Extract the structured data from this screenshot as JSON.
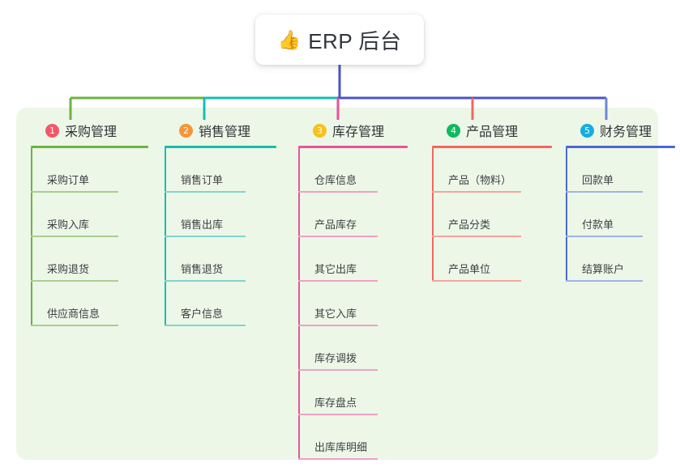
{
  "diagram": {
    "type": "mind-map",
    "root": {
      "icon": "thumbs-up-icon",
      "emoji": "👍",
      "label": "ERP 后台"
    },
    "panel": {
      "background_color": "#edf7e8"
    },
    "connector_colors": {
      "root_stem": "#4a54c4",
      "bus_segment_1": "#6cb33f",
      "bus_segment_2": "#17bdb0",
      "bus_segment_3": "#4a54c4",
      "drop_1": "#6cb33f",
      "drop_2": "#17bdb0",
      "drop_3": "#e8539c",
      "drop_4": "#f2675f",
      "drop_5": "#6f86d6"
    },
    "branches": [
      {
        "number": "1",
        "title": "采购管理",
        "badge_color": "#f4566a",
        "line_color": "#6cb33f",
        "leaf_rule_color": "#a8cf8f",
        "leaves": [
          "采购订单",
          "采购入库",
          "采购退货",
          "供应商信息"
        ]
      },
      {
        "number": "2",
        "title": "销售管理",
        "badge_color": "#f79537",
        "line_color": "#17bdb0",
        "leaf_rule_color": "#7fd5cd",
        "leaves": [
          "销售订单",
          "销售出库",
          "销售退货",
          "客户信息"
        ]
      },
      {
        "number": "3",
        "title": "库存管理",
        "badge_color": "#f7c11e",
        "line_color": "#e8539c",
        "leaf_rule_color": "#f0a0c6",
        "leaves": [
          "仓库信息",
          "产品库存",
          "其它出库",
          "其它入库",
          "库存调拨",
          "库存盘点",
          "出库库明细"
        ]
      },
      {
        "number": "4",
        "title": "产品管理",
        "badge_color": "#10b95f",
        "line_color": "#f2675f",
        "leaf_rule_color": "#f6a49d",
        "leaves": [
          "产品（物料）",
          "产品分类",
          "产品单位"
        ]
      },
      {
        "number": "5",
        "title": "财务管理",
        "badge_color": "#14aee0",
        "line_color": "#4a69cf",
        "leaf_rule_color": "#9fb3e8",
        "leaves": [
          "回款单",
          "付款单",
          "结算账户"
        ]
      }
    ]
  }
}
